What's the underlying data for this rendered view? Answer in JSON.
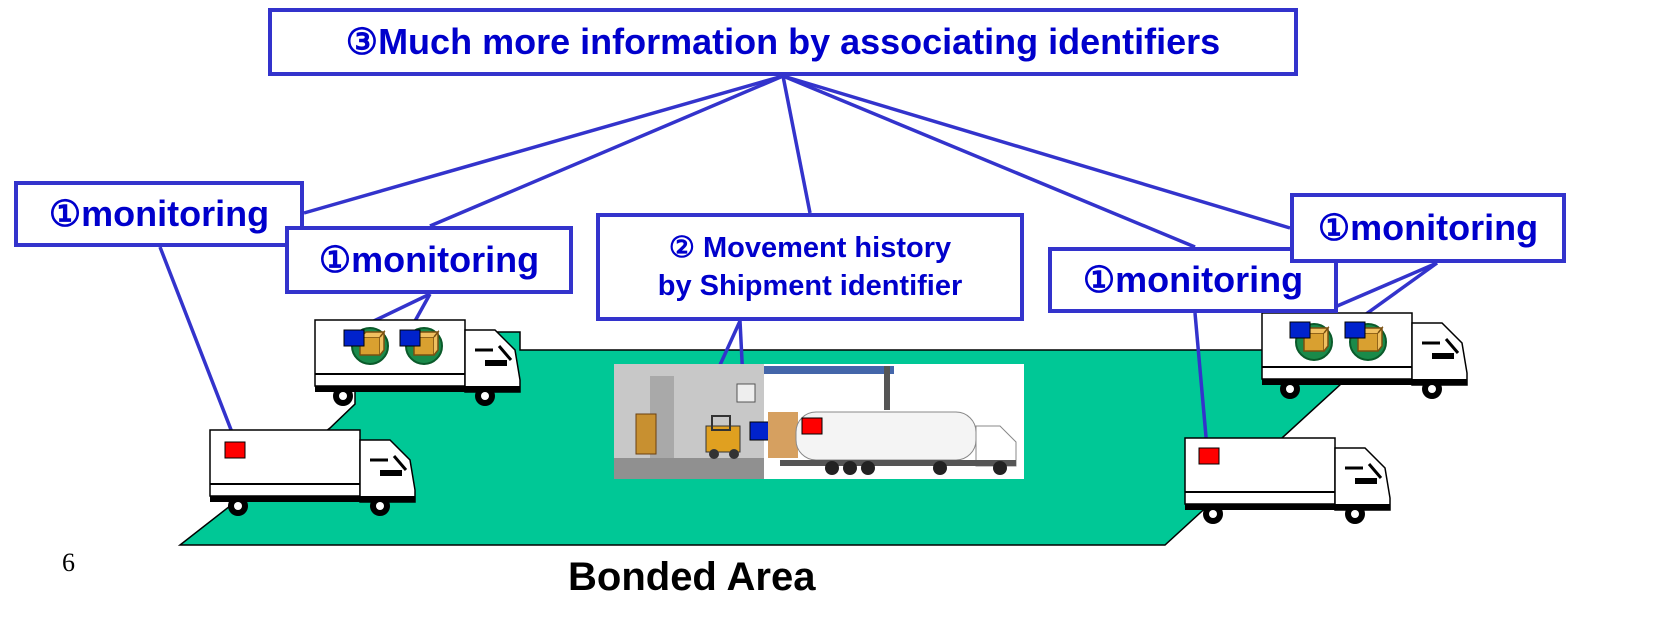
{
  "title": "③Much more information by associating identifiers",
  "monitoring_labels": [
    "①monitoring",
    "①monitoring",
    "①monitoring",
    "①monitoring"
  ],
  "movement_label": {
    "line1": "② Movement history",
    "line2": "by Shipment identifier"
  },
  "area_label": "Bonded Area",
  "page_number": "6",
  "colors": {
    "area_fill": "#00c896",
    "box_border": "#3333cc",
    "text_blue": "#0000cc",
    "rfid_tag": "#ff0000",
    "id_tag": "#0022cc"
  },
  "icons": [
    "truck-icon",
    "container-icon",
    "forklift-icon",
    "tanker-truck-icon",
    "cargo-box-icon",
    "rfid-tag-icon"
  ]
}
